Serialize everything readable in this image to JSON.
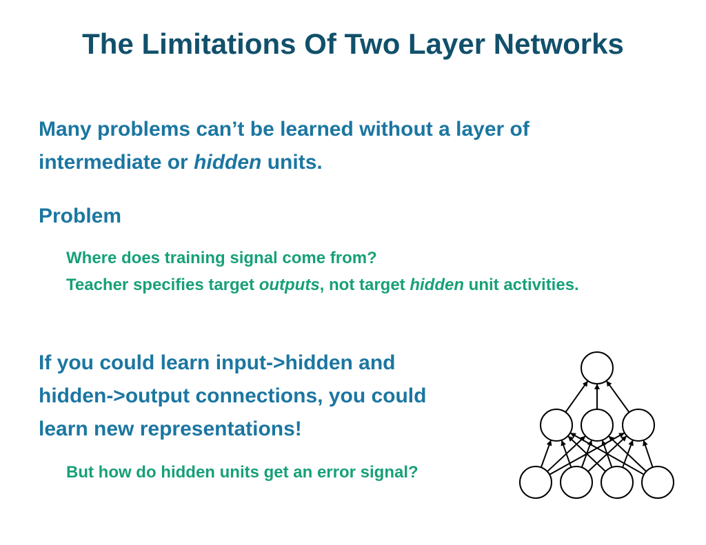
{
  "title": "The Limitations Of Two Layer Networks",
  "para1": {
    "line1": "Many problems can’t be learned without a layer of",
    "line2_start": "intermediate or ",
    "line2_em": "hidden",
    "line2_end": " units."
  },
  "problem_heading": "Problem",
  "problem_sub": {
    "line1": "Where does training signal come from?",
    "line2_a": "Teacher specifies target ",
    "line2_em1": "outputs",
    "line2_b": ", not target ",
    "line2_em2": "hidden",
    "line2_c": " unit activities."
  },
  "para3": {
    "line1": "If you could learn input->hidden and",
    "line2": "hidden->output connections, you could",
    "line3": "learn new representations!"
  },
  "para3_sub": "But how do hidden units get an error signal?"
}
